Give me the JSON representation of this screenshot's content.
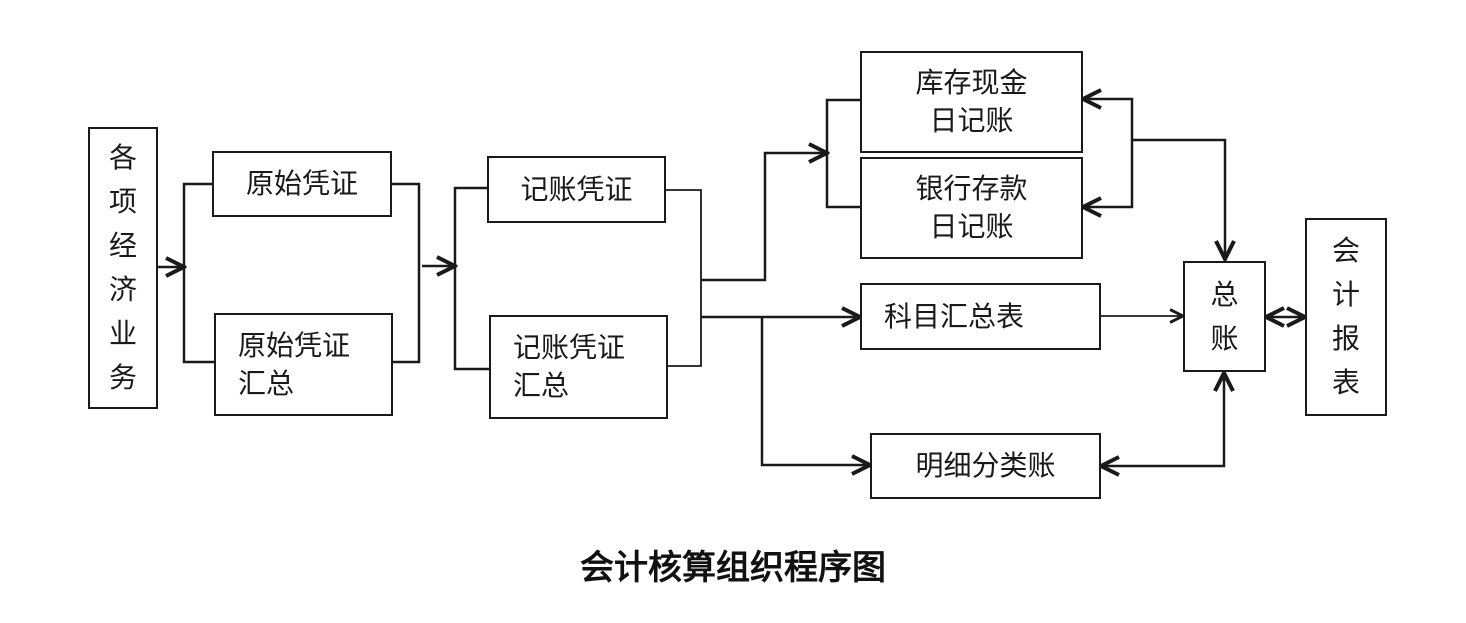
{
  "title": "会计核算组织程序图",
  "nodes": {
    "economic_business": {
      "lines": [
        "各",
        "项",
        "经",
        "济",
        "业",
        "务"
      ]
    },
    "original_voucher": {
      "lines": [
        "原始凭证"
      ]
    },
    "original_voucher_summary": {
      "lines": [
        "原始凭证",
        "汇总"
      ]
    },
    "accounting_voucher": {
      "lines": [
        "记账凭证"
      ]
    },
    "accounting_voucher_summary": {
      "lines": [
        "记账凭证",
        "汇总"
      ]
    },
    "cash_journal": {
      "lines": [
        "库存现金",
        "日记账"
      ]
    },
    "bank_journal": {
      "lines": [
        "银行存款",
        "日记账"
      ]
    },
    "account_summary": {
      "lines": [
        "科目汇总表"
      ]
    },
    "subsidiary_ledger": {
      "lines": [
        "明细分类账"
      ]
    },
    "general_ledger": {
      "lines": [
        "总",
        "账"
      ]
    },
    "financial_statements": {
      "lines": [
        "会",
        "计",
        "报",
        "表"
      ]
    }
  },
  "edges": [
    {
      "from": "各项经济业务",
      "to": "原始凭证 / 原始凭证汇总",
      "type": "arrow"
    },
    {
      "from": "原始凭证 / 原始凭证汇总",
      "to": "记账凭证 / 记账凭证汇总",
      "type": "arrow"
    },
    {
      "from": "记账凭证 / 记账凭证汇总",
      "to": "库存现金日记账 / 银行存款日记账",
      "type": "arrow"
    },
    {
      "from": "记账凭证 / 记账凭证汇总",
      "to": "科目汇总表",
      "type": "arrow"
    },
    {
      "from": "记账凭证 / 记账凭证汇总",
      "to": "明细分类账",
      "type": "arrow"
    },
    {
      "from": "总账",
      "to": "库存现金日记账 / 银行存款日记账",
      "type": "bidirectional"
    },
    {
      "from": "科目汇总表",
      "to": "总账",
      "type": "arrow"
    },
    {
      "from": "总账",
      "to": "明细分类账",
      "type": "bidirectional"
    },
    {
      "from": "总账",
      "to": "会计报表",
      "type": "bidirectional"
    }
  ],
  "colors": {
    "stroke": "#1a1a1a",
    "background": "#ffffff"
  }
}
